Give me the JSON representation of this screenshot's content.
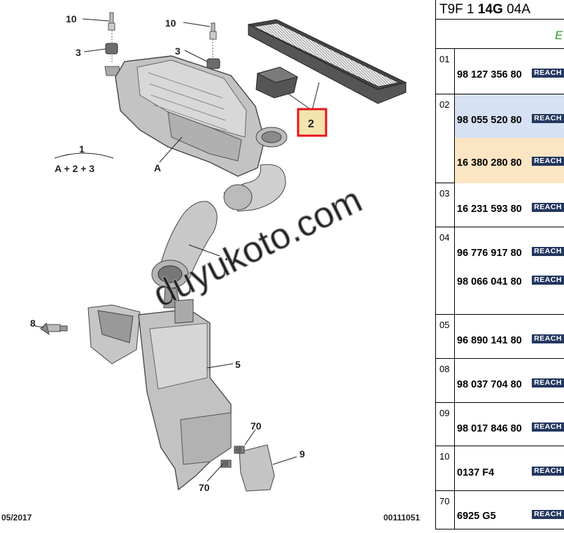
{
  "diagram": {
    "callouts": {
      "c10a": "10",
      "c10b": "10",
      "c3a": "3",
      "c3b": "3",
      "c1": "1",
      "c1sub": "A + 2 + 3",
      "cA": "A",
      "c2": "2",
      "c4": "4",
      "c5": "5",
      "c8": "8",
      "c70a": "70",
      "c70b": "70",
      "c9": "9"
    },
    "watermark": "duyukoto.com",
    "footer_date": "05/2017",
    "footer_ref": "00111051",
    "highlight_color": "#e8141c"
  },
  "panel": {
    "title_prefix": "T9F 1 ",
    "title_bold": "14G",
    "title_suffix": " 04A",
    "subheader": "E",
    "reach_label": "REACH",
    "rows": [
      {
        "num": "01",
        "parts": [
          "98 127 356 80"
        ]
      },
      {
        "num": "02",
        "parts": [
          "98 055 520 80",
          "16 380 280 80"
        ]
      },
      {
        "num": "03",
        "parts": [
          "16 231 593 80"
        ]
      },
      {
        "num": "04",
        "parts": [
          "96 776 917 80",
          "98 066 041 80"
        ]
      },
      {
        "num": "05",
        "parts": [
          "96 890 141 80"
        ]
      },
      {
        "num": "08",
        "parts": [
          "98 037 704 80"
        ]
      },
      {
        "num": "09",
        "parts": [
          "98 017 846 80"
        ]
      },
      {
        "num": "10",
        "parts": [
          "0137 F4"
        ]
      },
      {
        "num": "70",
        "parts": [
          "6925 G5"
        ]
      }
    ]
  }
}
